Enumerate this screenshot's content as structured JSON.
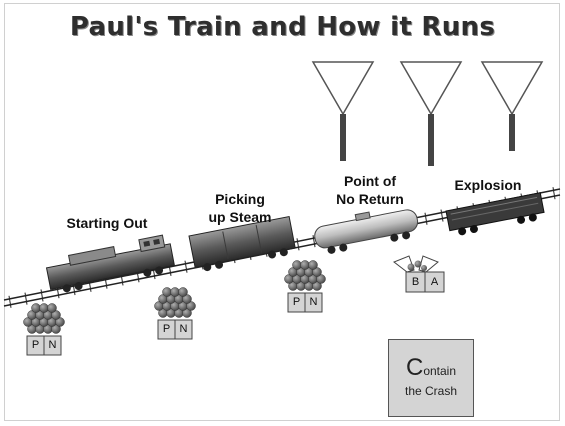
{
  "title": "Paul's Train and How it Runs",
  "stages": [
    {
      "label_line1": "Starting Out",
      "label_line2": ""
    },
    {
      "label_line1": "Picking",
      "label_line2": "up Steam"
    },
    {
      "label_line1": "Point of",
      "label_line2": "No Return"
    },
    {
      "label_line1": "Explosion",
      "label_line2": ""
    }
  ],
  "piles": [
    {
      "left": "P",
      "right": "N"
    },
    {
      "left": "P",
      "right": "N"
    },
    {
      "left": "P",
      "right": "N"
    }
  ],
  "ba_box": {
    "left": "B",
    "right": "A"
  },
  "contain": {
    "big_letter": "C",
    "rest_line1": "ontain",
    "line2": "the Crash"
  },
  "colors": {
    "title": "#2e2e2e",
    "box_fill": "#d4d4d4",
    "ball": "#6a6a6a",
    "funnel": "#555555"
  }
}
